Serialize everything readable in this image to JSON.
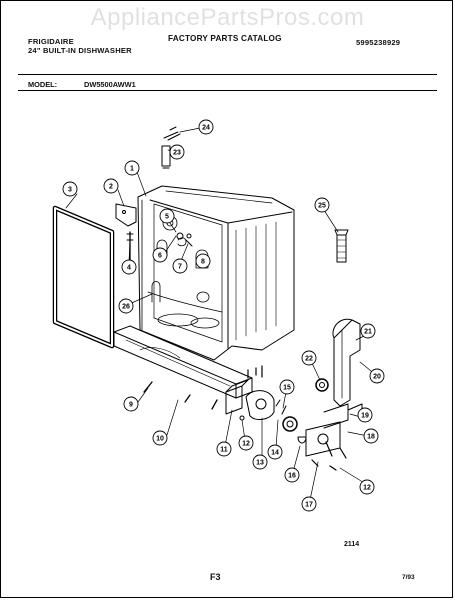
{
  "watermark": "AppliancePartsPros.com",
  "header": {
    "brand": "FRIGIDAIRE",
    "product": "24\" BUILT-IN DISHWASHER",
    "catalog_title": "FACTORY PARTS CATALOG",
    "catalog_number": "5995238929"
  },
  "model": {
    "label": "MODEL:",
    "value": "DW5500AWW1"
  },
  "callouts": [
    "1",
    "2",
    "3",
    "4",
    "5",
    "6",
    "7",
    "8",
    "9",
    "10",
    "11",
    "12",
    "13",
    "14",
    "15",
    "16",
    "17",
    "18",
    "19",
    "20",
    "21",
    "22",
    "23",
    "24",
    "25",
    "26",
    "12"
  ],
  "footer": {
    "diagram_code": "2114",
    "page": "F3",
    "date": "7/93"
  }
}
